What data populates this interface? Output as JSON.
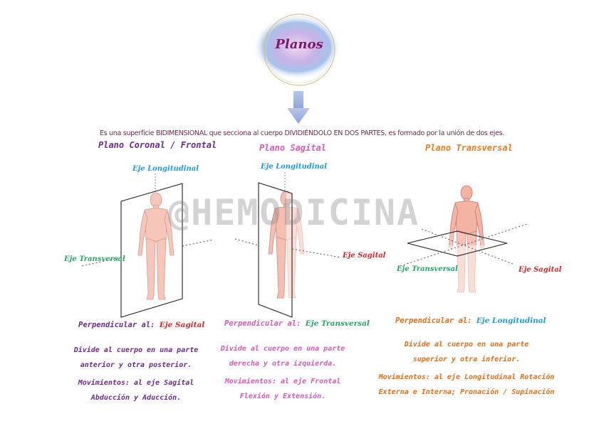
{
  "header": {
    "title": "Planos",
    "intro": "Es una superficie BIDIMENSIONAL que secciona al cuerpo DIVIDIÉNDOLO EN DOS PARTES, es formado por la unión de dos ejes."
  },
  "watermark": "@HEMODICINA",
  "colors": {
    "coronal": "#6b2b8c",
    "sagital": "#d85ab0",
    "transversal": "#e56d17",
    "eje_longitudinal": "#1e9be0",
    "eje_transversal": "#2aa56a",
    "eje_sagital": "#d62828"
  },
  "planes": {
    "coronal": {
      "title": "Plano Coronal / Frontal",
      "axis_vertical": "Eje Longitudinal",
      "axis_horizontal": "Eje Transversal",
      "perp_label": "Perpendicular al:",
      "perp_axis": "Eje Sagital",
      "desc_line1": "Divide al cuerpo en una parte",
      "desc_line2": "anterior y otra posterior.",
      "mov_line1": "Movimientos: al eje Sagital",
      "mov_line2": "Abducción y Aducción."
    },
    "sagital": {
      "title": "Plano Sagital",
      "axis_vertical": "Eje Longitudinal",
      "axis_horizontal": "Eje Sagital",
      "perp_label": "Perpendicular al:",
      "perp_axis": "Eje Transversal",
      "desc_line1": "Divide al cuerpo en una parte",
      "desc_line2": "derecha y otra izquierda.",
      "mov_line1": "Movimientos: al eje Frontal",
      "mov_line2": "Flexión y Extensión."
    },
    "transversal": {
      "title": "Plano Transversal",
      "axis_left": "Eje Transversal",
      "axis_right": "Eje Sagital",
      "perp_label": "Perpendicular al:",
      "perp_axis": "Eje Longitudinal",
      "desc_line1": "Divide al cuerpo en una parte",
      "desc_line2": "superior y otra inferior.",
      "mov_line1": "Movimientos: al eje Longitudinal Rotación",
      "mov_line2": "Externa e Interna; Pronación / Supinación"
    }
  }
}
